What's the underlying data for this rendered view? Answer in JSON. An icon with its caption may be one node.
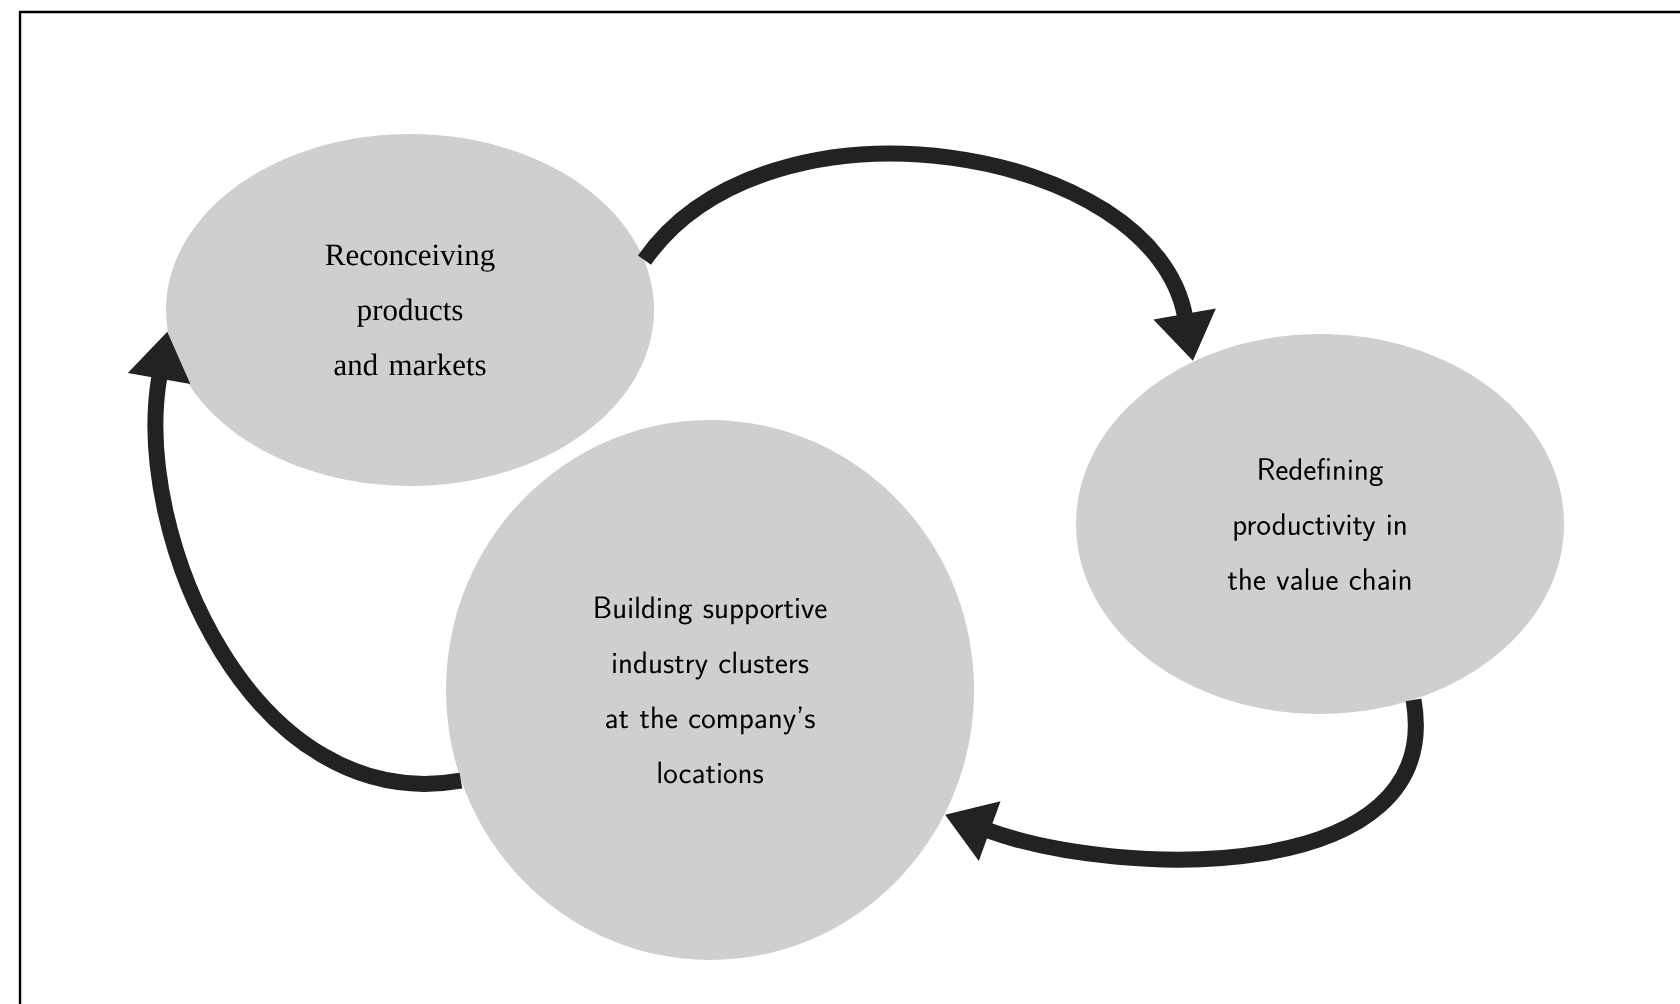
{
  "diagram": {
    "nodes": [
      {
        "text": [
          "Reconceiving products and markets"
        ]
      },
      {
        "text": [
          "Redefining productivity in the value chain"
        ]
      },
      {
        "text": [
          "Building supportive industry clusters at the company’s locations"
        ]
      }
    ],
    "edges": [
      {
        "from": 0,
        "to": 1,
        "arrow": "to"
      },
      {
        "from": 1,
        "to": 2,
        "arrow": "to"
      },
      {
        "from": 2,
        "to": 0,
        "arrow": "to"
      }
    ]
  }
}
